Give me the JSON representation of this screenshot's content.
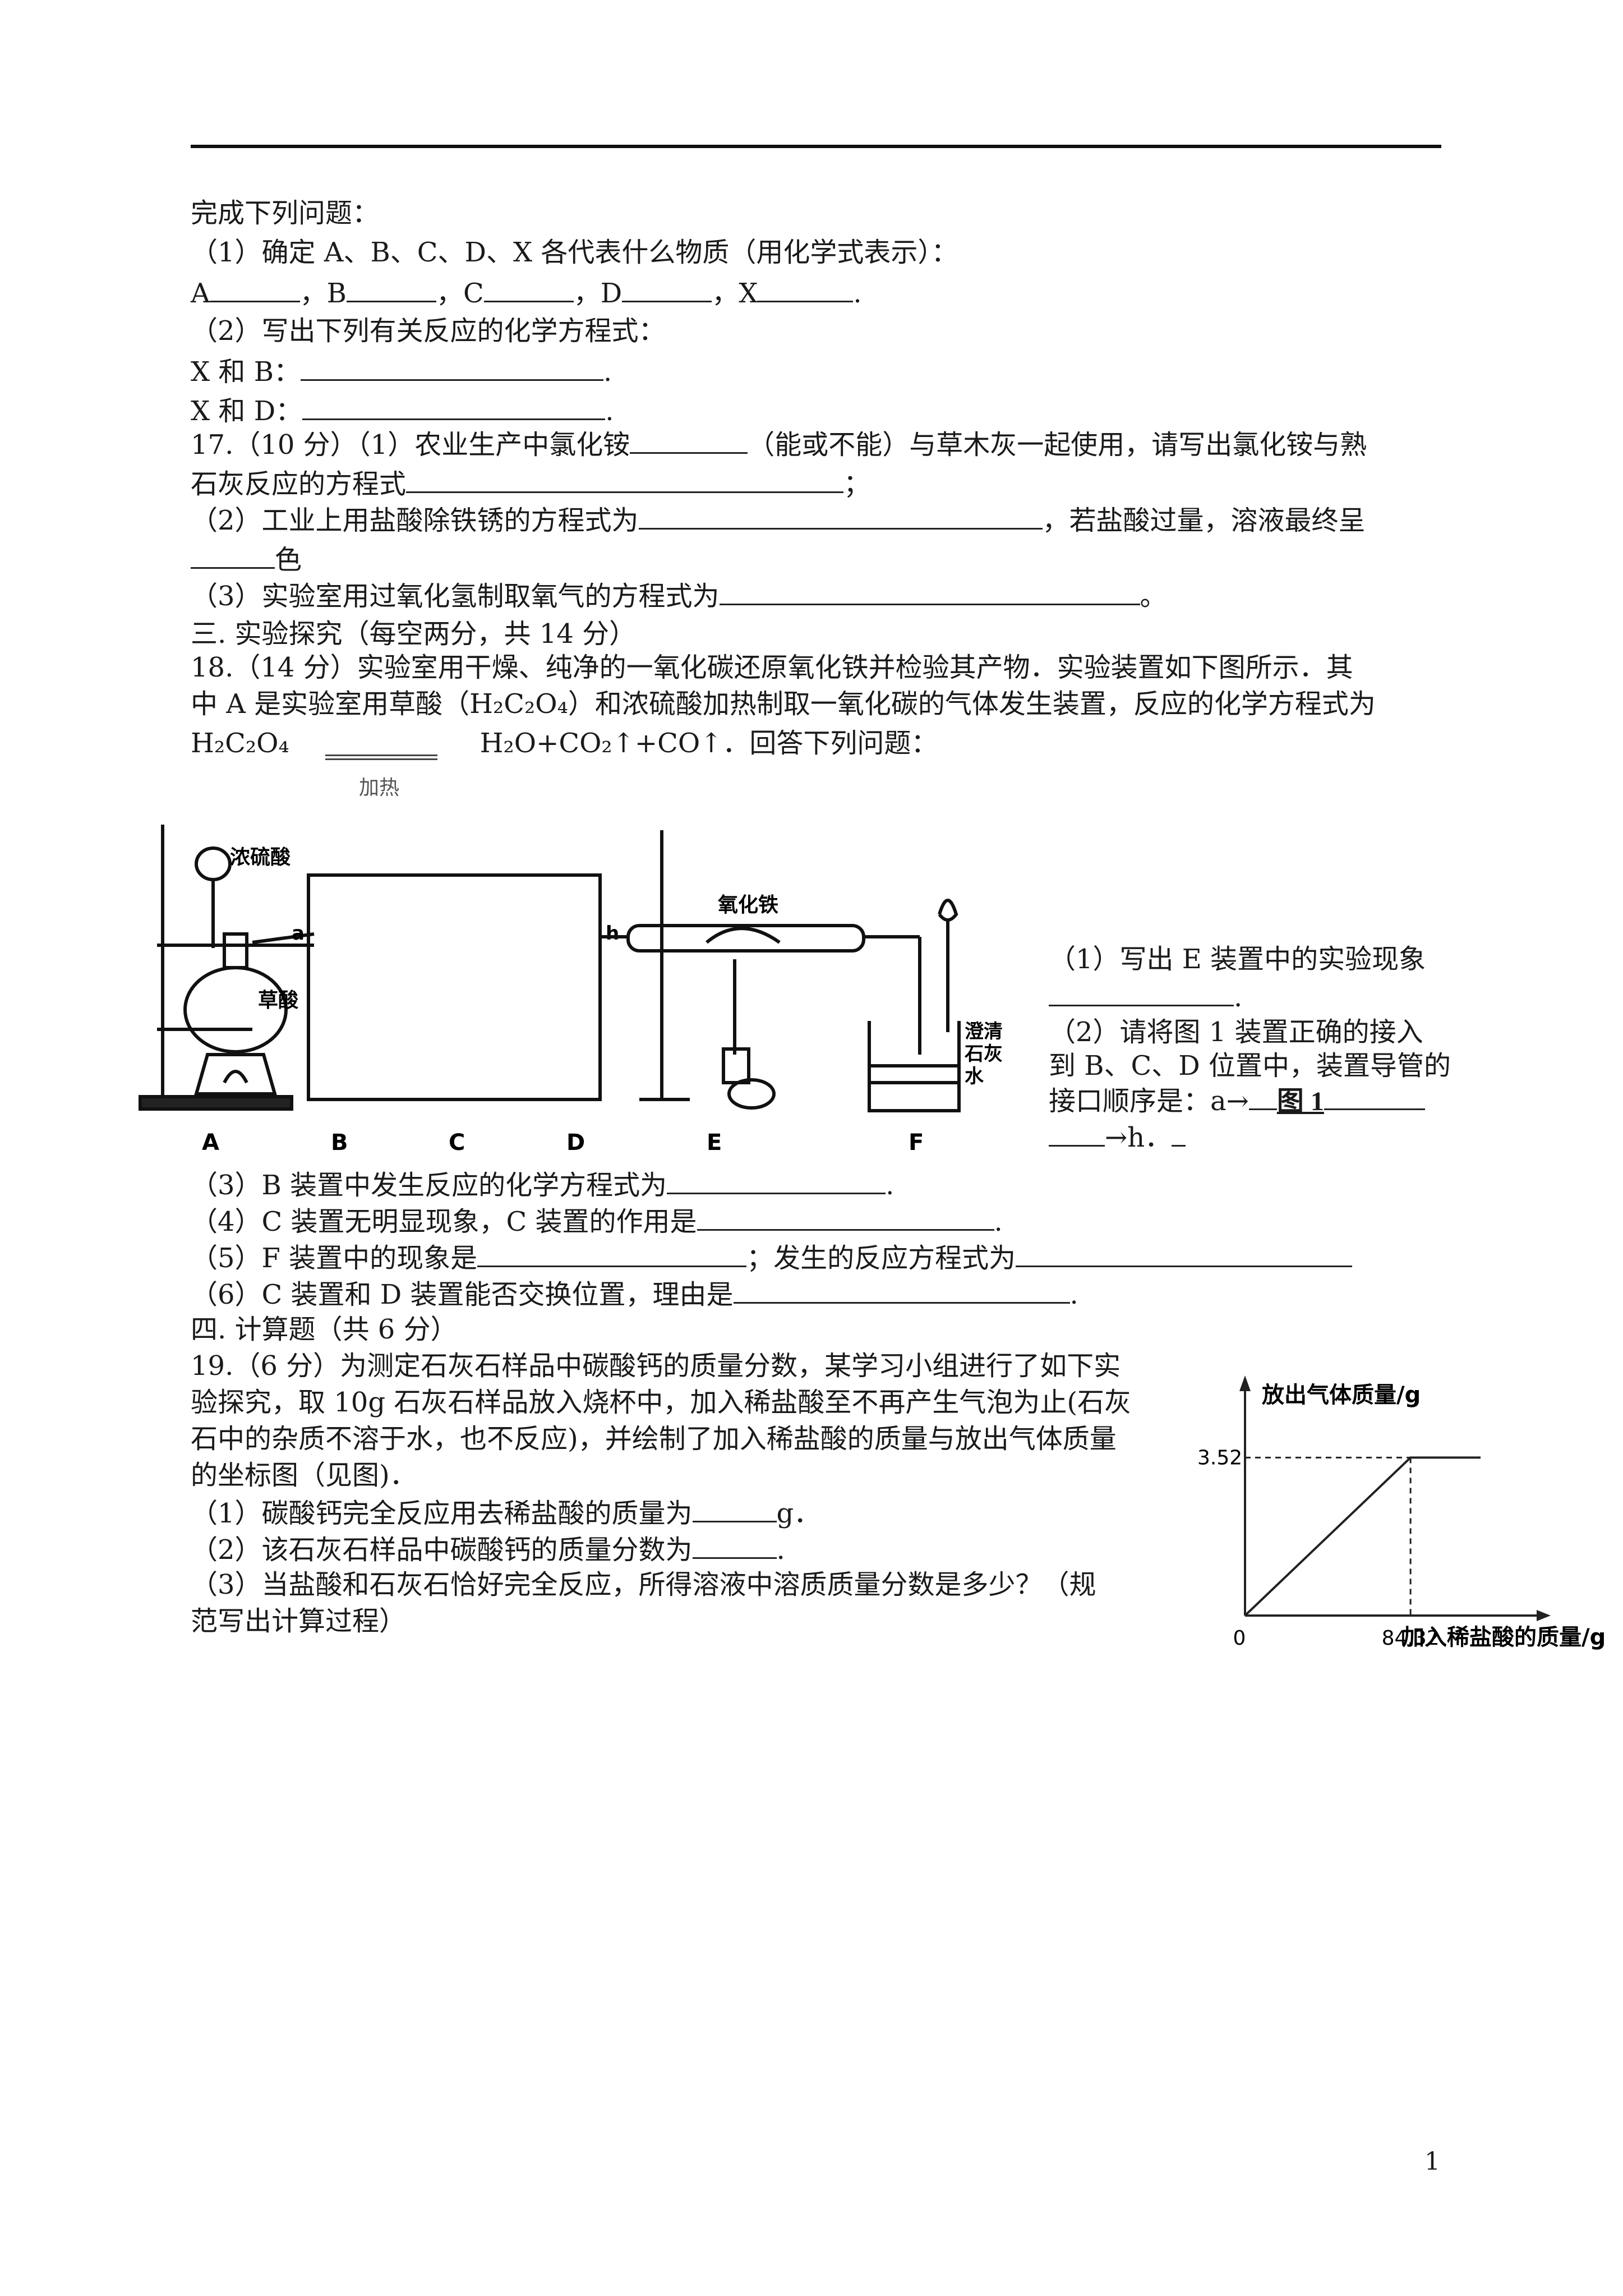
{
  "lines": {
    "l1": "完成下列问题：",
    "l2": "（1）确定 A、B、C、D、X 各代表什么物质（用化学式表示）：",
    "l3a": "A",
    "l3b": "，B",
    "l3c": "，C",
    "l3d": "，D",
    "l3e": "，X",
    "l3f": ".",
    "l4": "（2）写出下列有关反应的化学方程式：",
    "l5": "X 和 B：",
    "l6": "X 和 D：",
    "dot": ".",
    "q17a": "17.（10 分）（1）农业生产中氯化铵",
    "q17b": "（能或不能）与草",
    "q17b2": "木灰一起使用，请写出氯化铵与熟",
    "q17c": "石灰反应的方程式",
    "q17d": "；",
    "q17e": "（2）工业上用盐酸除铁锈的方程式为",
    "q17f": "，若盐酸过量，溶液最终呈",
    "q17g": "色",
    "q17h": "（3）实验室用过氧化氢制取氧气的方程式为",
    "q17i": "。",
    "s3": "三. 实验探究（每空两分，共 14 分）",
    "q18a": "18.（14 分）实验室用干燥、纯净的一氧化碳还原氧化铁并检验其产物．实验装置如下图所示．其",
    "q18b": "中 A 是实验室用草酸（H₂C₂O₄）和浓硫酸加热制取一氧化碳的气体发生装置，反应的化学方程式为",
    "q18c1": "H₂C₂O₄",
    "q18c2": "H₂O+CO₂↑+CO↑．回答下",
    "q18c3": "列问题：",
    "heat": "加热",
    "side1": "（1）写出 E 装置中的实验现象",
    "side2": ".",
    "side3": "（2）请将图 1 装置正确的接入",
    "side4": "到 B、C、D 位置中，装置导管的",
    "side5": "接口顺序是：a→",
    "side5b": "图 1",
    "side6": "→h．",
    "q18_3": "（3）B 装置中发生反应的化学方程式为",
    "q18_4": "（4）C 装置无明显现象，C 装置的作用是",
    "q18_5a": "（5）F 装置中的现象是",
    "q18_5b": "；发生的反应方程式为",
    "q18_6": "（6）C 装置和 D 装置能否交换位置，理由是",
    "s4": "四. 计算题（共 6 分）",
    "q19a": "19.（6 分）为测定石灰石样品中碳酸钙的质量分数，某学习小组进行了如下实",
    "q19b": "验探究，取 10g 石灰石样品放入烧杯中，加入稀盐酸至不再产生气泡为止(石灰",
    "q19c": "石中的杂质不溶于水，也不反应)，并绘制了加入稀盐酸的质量与放出气体质量",
    "q19d": "的坐标图（见图)．",
    "q19e": "（1）碳酸钙完全反应用去稀盐酸的质量为",
    "q19e2": "g．",
    "q19f": "（2）该石灰石样品中碳酸钙的质量分数为",
    "q19g": "（3）当盐酸和石灰石恰好完全反应，所得溶液中溶质质量分数是多少？（规",
    "q19h": "范写出计算过程）",
    "page": "1"
  },
  "apparatus": {
    "labels": [
      "A",
      "B",
      "C",
      "D",
      "E",
      "F"
    ],
    "conc_acid": "浓硫酸",
    "oxalic": "草酸",
    "iron_oxide": "氧化铁",
    "lime1": "澄清",
    "lime2": "石灰",
    "lime3": "水",
    "port_a": "a",
    "port_h": "h"
  },
  "chart_data": {
    "type": "line",
    "ylabel": "放出气体质量/g",
    "xlabel": "加入稀盐酸的质量/g",
    "origin": "0",
    "x_tick": "84.32",
    "y_tick": "3.52",
    "series": [
      {
        "x": [
          0,
          84.32,
          120
        ],
        "y": [
          0,
          3.52,
          3.52
        ]
      }
    ]
  }
}
